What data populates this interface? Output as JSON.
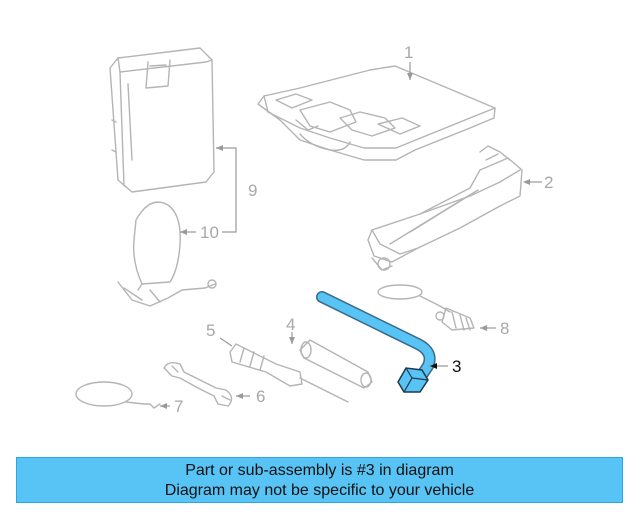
{
  "diagram": {
    "callouts": [
      {
        "id": "1",
        "label": "1"
      },
      {
        "id": "2",
        "label": "2"
      },
      {
        "id": "3",
        "label": "3"
      },
      {
        "id": "4",
        "label": "4"
      },
      {
        "id": "5",
        "label": "5"
      },
      {
        "id": "6",
        "label": "6"
      },
      {
        "id": "7",
        "label": "7"
      },
      {
        "id": "8",
        "label": "8"
      },
      {
        "id": "9",
        "label": "9"
      },
      {
        "id": "10",
        "label": "10"
      }
    ],
    "highlighted_part": "3"
  },
  "banner": {
    "line1": "Part or sub-assembly is #3 in diagram",
    "line2": "Diagram may not be specific to your vehicle"
  },
  "colors": {
    "banner_bg": "#58c3f5",
    "highlight_part": "#58c3f5",
    "part_outline": "#b4b4b4"
  }
}
